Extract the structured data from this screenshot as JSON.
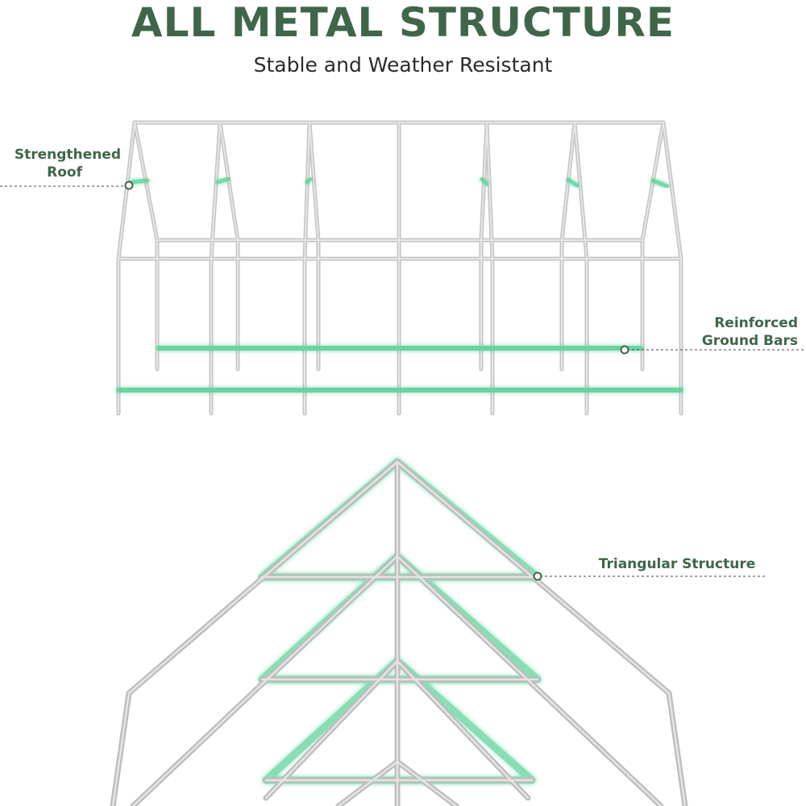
{
  "header": {
    "title": "ALL METAL STRUCTURE",
    "subtitle": "Stable and Weather Resistant"
  },
  "callouts": {
    "roof": {
      "line1": "Strengthened",
      "line2": "Roof"
    },
    "ground": {
      "line1": "Reinforced",
      "line2": "Ground Bars"
    },
    "triangle": {
      "line1": "Triangular Structure"
    }
  },
  "colors": {
    "accent": "#3f6649",
    "frame": "#c2c2c2",
    "highlight": "#4ec792",
    "callout_line": "#444444"
  }
}
